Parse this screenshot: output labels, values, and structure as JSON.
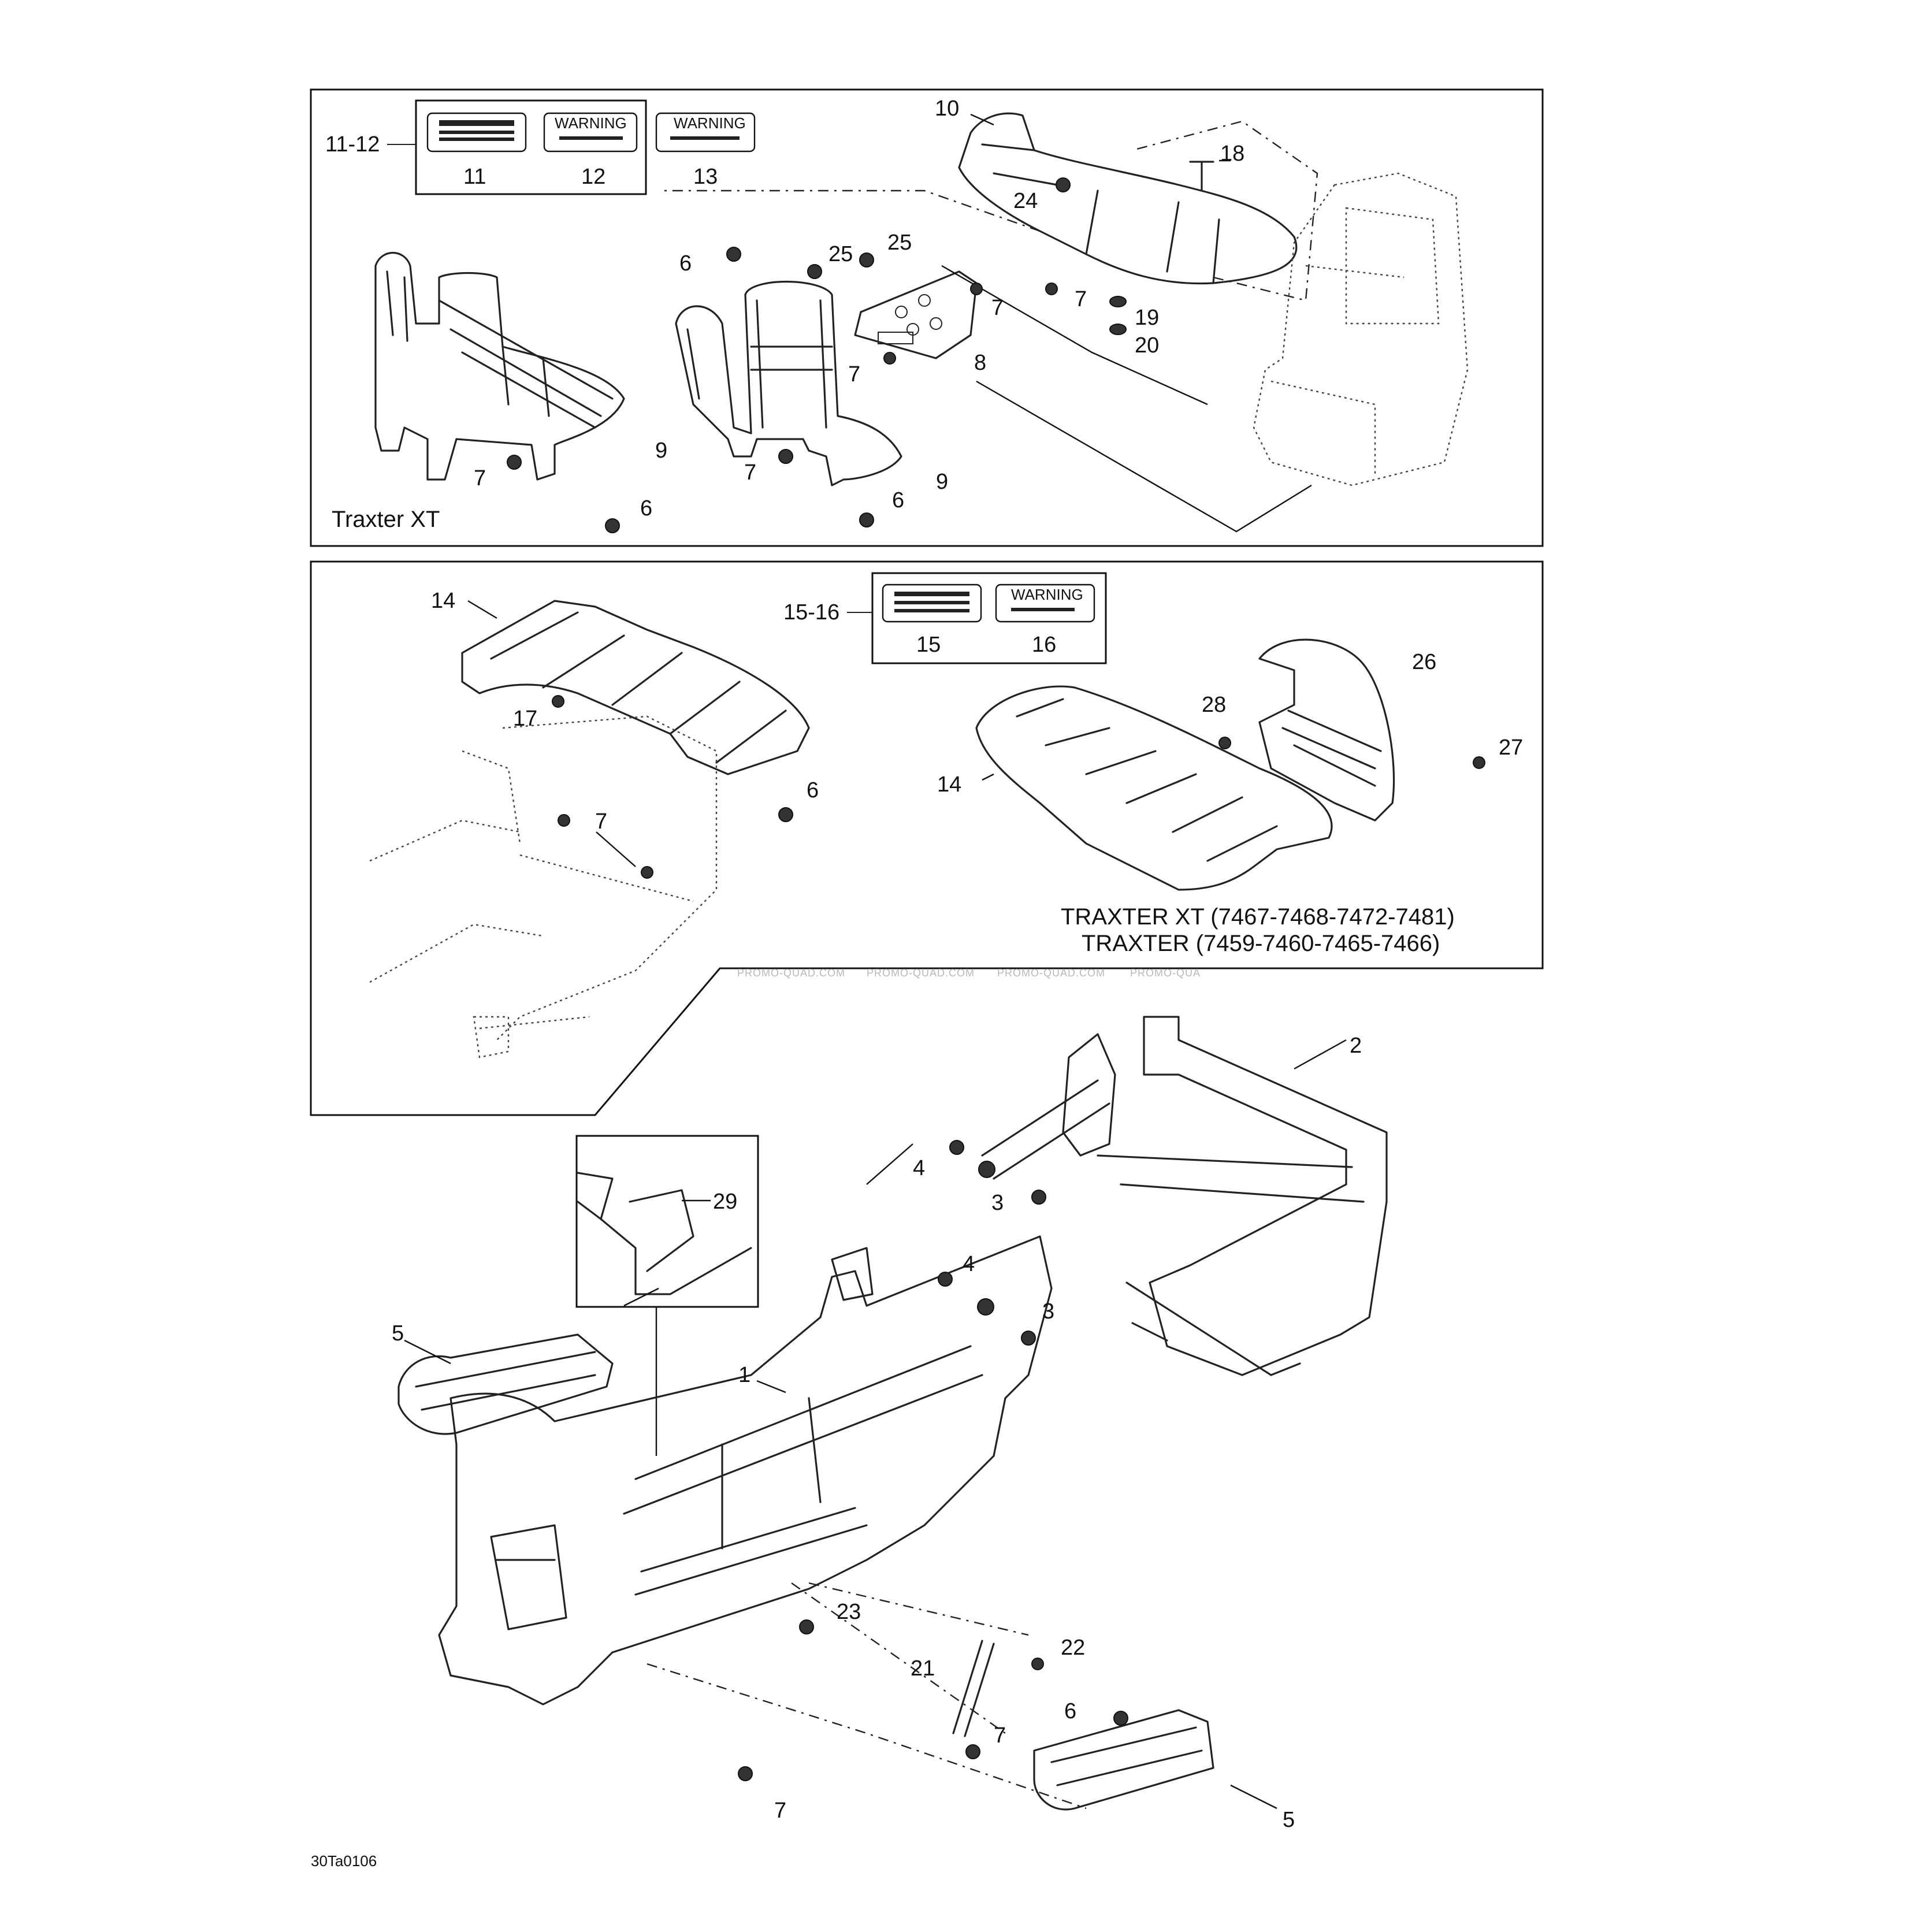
{
  "panels": {
    "traxter_xt": {
      "caption": "Traxter XT"
    },
    "traxter_models": {
      "caption_line1": "TRAXTER XT (7467-7468-7472-7481)",
      "caption_line2": "TRAXTER (7459-7460-7465-7466)"
    },
    "detail_29": {
      "label": "29"
    }
  },
  "decal_groups": [
    {
      "range_label": "11-12",
      "decals": [
        "11",
        "12"
      ]
    },
    {
      "range_label": "",
      "decals": [
        "13"
      ]
    },
    {
      "range_label": "15-16",
      "decals": [
        "15",
        "16"
      ]
    }
  ],
  "decal_text": {
    "warning": "WARNING"
  },
  "callouts_top": [
    "10",
    "18",
    "24",
    "7",
    "19",
    "20",
    "6",
    "25",
    "25",
    "7",
    "8",
    "7",
    "9",
    "7",
    "9",
    "6",
    "7",
    "6"
  ],
  "callouts_middle": [
    "14",
    "17",
    "6",
    "7",
    "14",
    "28",
    "26",
    "27"
  ],
  "callouts_bottom": [
    "2",
    "4",
    "3",
    "4",
    "3",
    "5",
    "1",
    "23",
    "22",
    "21",
    "7",
    "6",
    "7",
    "5"
  ],
  "watermark": "PROMO-QUAD.COM",
  "watermark_last": "PROMO-QUA",
  "figure_code": "30Ta0106"
}
